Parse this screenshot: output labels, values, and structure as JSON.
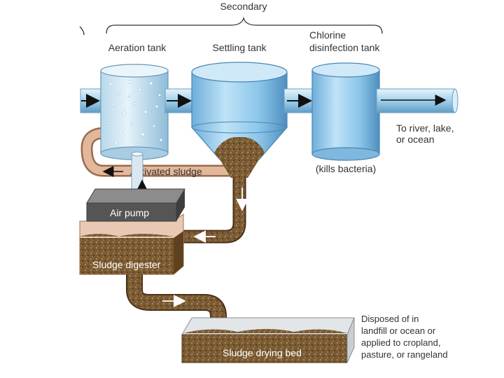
{
  "bracket_label": "Secondary",
  "tanks": {
    "aeration": "Aeration tank",
    "settling": "Settling tank",
    "chlorine_line1": "Chlorine",
    "chlorine_line2": "disinfection tank"
  },
  "notes": {
    "kills_bacteria": "(kills bacteria)",
    "outlet_line1": "To river, lake,",
    "outlet_line2": "or ocean",
    "activated_sludge": "Activated sludge"
  },
  "components": {
    "air_pump": "Air pump",
    "sludge_digester": "Sludge digester",
    "drying_bed": "Sludge drying bed"
  },
  "disposal": {
    "line1": "Disposed of in",
    "line2": "landfill or ocean or",
    "line3": "applied to cropland,",
    "line4": "pasture, or rangeland"
  },
  "colors": {
    "water": "#9fd0f0",
    "sludge": "#7a5a32",
    "pipe_copper": "#d9a98a",
    "pump": "#555555"
  }
}
